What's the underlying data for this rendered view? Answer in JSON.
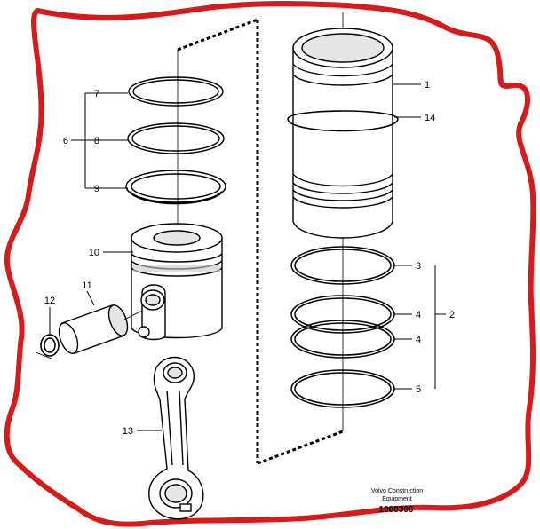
{
  "callouts": {
    "c1": "1",
    "c2": "2",
    "c3": "3",
    "c4a": "4",
    "c4b": "4",
    "c5": "5",
    "c6": "6",
    "c7": "7",
    "c8": "8",
    "c9": "9",
    "c10": "10",
    "c11": "11",
    "c12": "12",
    "c13": "13",
    "c14": "14"
  },
  "footer": {
    "brand_line1": "Volvo Construction",
    "brand_line2": "Equipment",
    "drawing_number": "1008396"
  },
  "colors": {
    "outline": "#d71a1a",
    "line": "#000000",
    "shade": "#e6e6e6",
    "shade_dark": "#c8c8c8"
  }
}
